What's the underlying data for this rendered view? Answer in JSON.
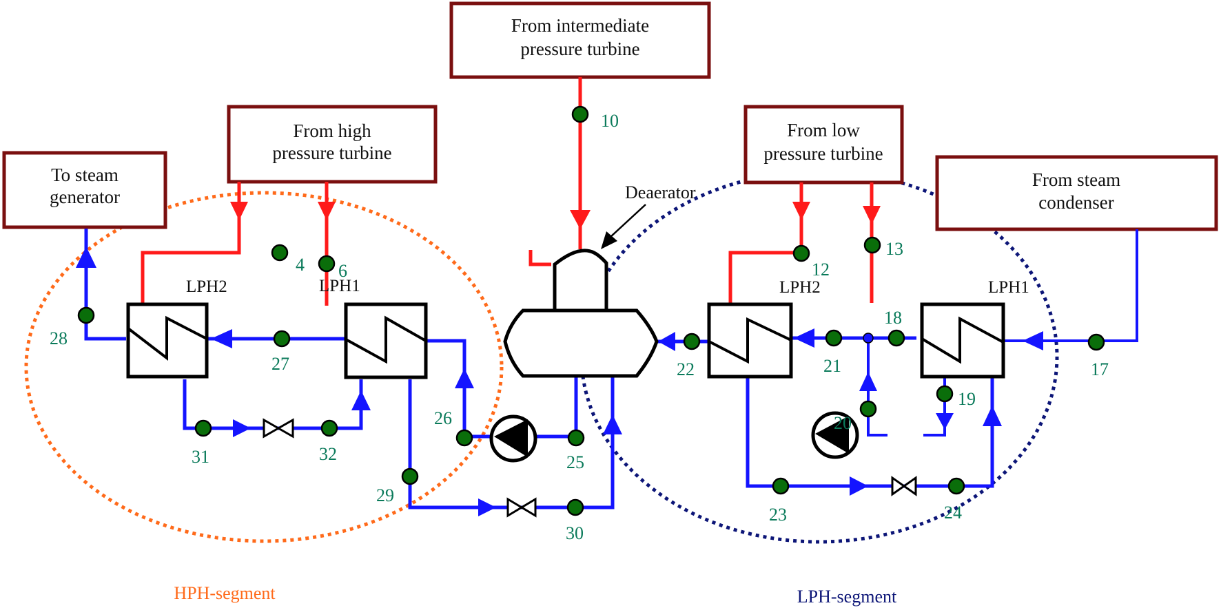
{
  "diagram": {
    "title": "Feedwater heater train with deaerator",
    "colors": {
      "steam_line": "#ff1a1a",
      "water_line": "#1414ff",
      "state_point": "#0a6e0a",
      "state_label": "#0a7a5a",
      "box_border": "#7a0f0f",
      "hph_segment": "#ff6a1a",
      "lph_segment": "#0c1577"
    },
    "source_boxes": {
      "steam_generator": {
        "line1": "To steam",
        "line2": "generator"
      },
      "hp_turbine": {
        "line1": "From high",
        "line2": "pressure turbine"
      },
      "ip_turbine": {
        "line1": "From intermediate",
        "line2": "pressure turbine"
      },
      "lp_turbine": {
        "line1": "From low",
        "line2": "pressure turbine"
      },
      "condenser": {
        "line1": "From steam",
        "line2": "condenser"
      }
    },
    "heaters": {
      "hph_left": "LPH2",
      "hph_right": "LPH1",
      "lph_left": "LPH2",
      "lph_right": "LPH1"
    },
    "deaerator_label": "Deaerator",
    "segments": {
      "hph": "HPH-segment",
      "lph": "LPH-segment"
    },
    "state_points": {
      "p4": "4",
      "p6": "6",
      "p10": "10",
      "p12": "12",
      "p13": "13",
      "p17": "17",
      "p18": "18",
      "p19": "19",
      "p20": "20",
      "p21": "21",
      "p22": "22",
      "p23": "23",
      "p24": "24",
      "p25": "25",
      "p26": "26",
      "p27": "27",
      "p28": "28",
      "p29": "29",
      "p30": "30",
      "p31": "31",
      "p32": "32"
    },
    "components": [
      "heat-exchanger",
      "pump",
      "valve",
      "deaerator"
    ]
  }
}
